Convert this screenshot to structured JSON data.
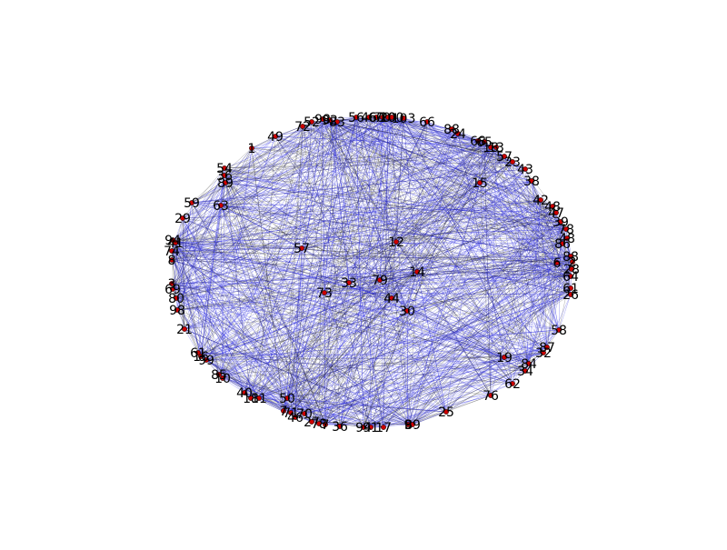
{
  "graph": {
    "colors": {
      "node_fill": "#cc0000",
      "node_stroke": "#220000",
      "edge_blue": "#2a2ae0",
      "edge_black": "#222222",
      "label": "#000000",
      "background": "#ffffff"
    },
    "node_labels": [
      "72",
      "52",
      "98",
      "92",
      "83",
      "56",
      "46",
      "60",
      "70",
      "20",
      "100",
      "103",
      "66",
      "88",
      "24",
      "68",
      "65",
      "18",
      "13",
      "57",
      "23",
      "43",
      "38",
      "1",
      "49",
      "54",
      "36",
      "89",
      "59",
      "63",
      "29",
      "94",
      "41",
      "74",
      "8",
      "3",
      "69",
      "80",
      "98",
      "21",
      "61",
      "16",
      "99",
      "85",
      "10",
      "40",
      "18",
      "11",
      "50",
      "7",
      "71",
      "46",
      "70",
      "27",
      "78",
      "7",
      "36",
      "94",
      "91",
      "17",
      "9",
      "89",
      "25",
      "76",
      "62",
      "34",
      "84",
      "19",
      "87",
      "32",
      "58",
      "26",
      "61",
      "64",
      "28",
      "2",
      "6",
      "88",
      "86",
      "48",
      "78",
      "39",
      "47",
      "48",
      "42",
      "15",
      "12",
      "14",
      "57",
      "33",
      "79",
      "73",
      "44",
      "30"
    ]
  }
}
